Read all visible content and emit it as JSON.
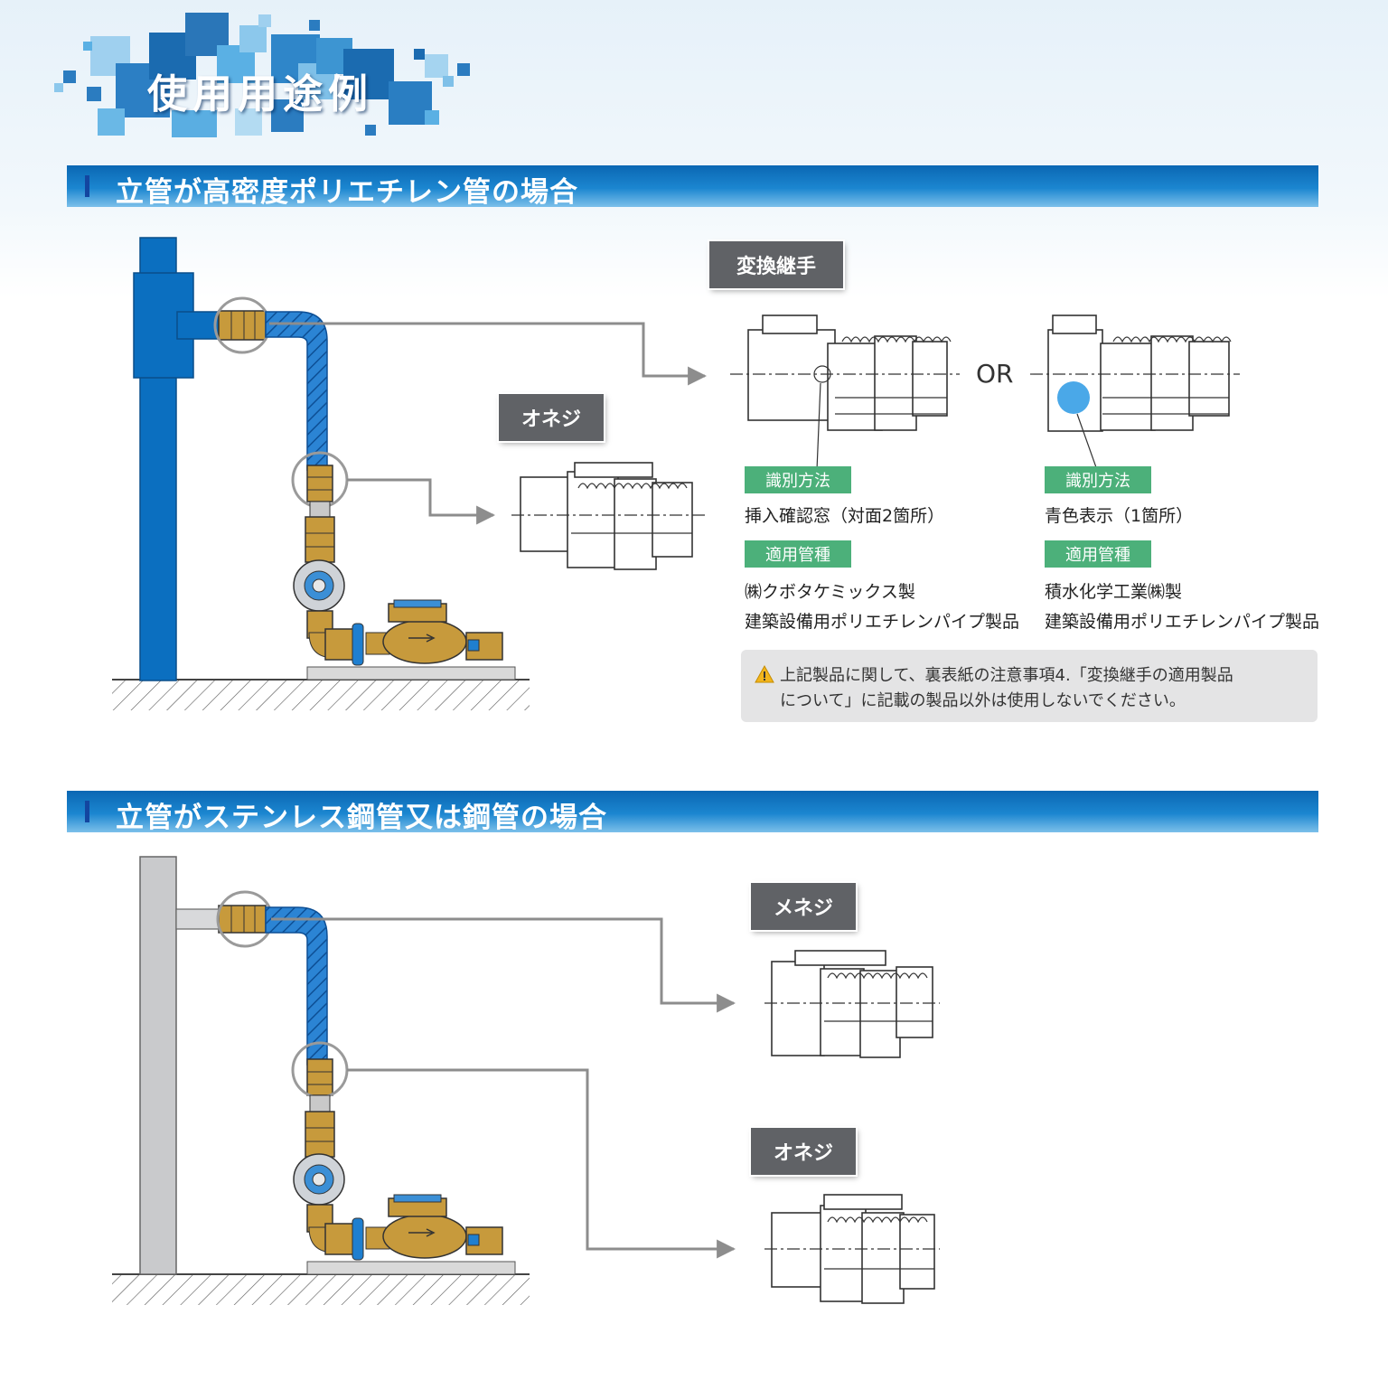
{
  "page_title": "使用用途例",
  "section1": {
    "title": "立管が高密度ポリエチレン管の場合",
    "tag_converter": "変換継手",
    "tag_male": "オネジ",
    "or_label": "OR",
    "left_option": {
      "id_label": "識別方法",
      "id_text": "挿入確認窓（対面2箇所）",
      "pipe_label": "適用管種",
      "pipe_line1": "㈱クボタケミックス製",
      "pipe_line2": "建築設備用ポリエチレンパイプ製品"
    },
    "right_option": {
      "id_label": "識別方法",
      "id_text": "青色表示（1箇所）",
      "pipe_label": "適用管種",
      "pipe_line1": "積水化学工業㈱製",
      "pipe_line2": "建築設備用ポリエチレンパイプ製品"
    },
    "note_line1": "上記製品に関して、裏表紙の注意事項4.「変換継手の適用製品",
    "note_line2": "について」に記載の製品以外は使用しないでください。"
  },
  "section2": {
    "title": "立管がステンレス鋼管又は鋼管の場合",
    "tag_female": "メネジ",
    "tag_male": "オネジ"
  },
  "colors": {
    "riser_blue": "#0b6fc0",
    "flex_blue": "#1f7fd0",
    "brass": "#c79a3c",
    "tag_gray": "#606266",
    "label_green": "#4cb07a",
    "indicator_blue": "#4aa8e8"
  }
}
